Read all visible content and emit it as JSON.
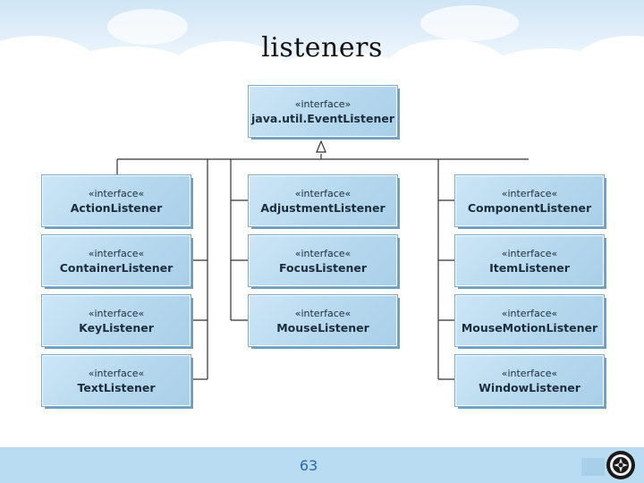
{
  "title": "listeners",
  "page_number": "63",
  "root": {
    "stereotype": "«interface»",
    "name": "java.util.EventListener"
  },
  "columns": [
    [
      {
        "stereotype": "«interface«",
        "name": "ActionListener"
      },
      {
        "stereotype": "«interface«",
        "name": "ContainerListener"
      },
      {
        "stereotype": "«interface«",
        "name": "KeyListener"
      },
      {
        "stereotype": "«interface«",
        "name": "TextListener"
      }
    ],
    [
      {
        "stereotype": "«interface«",
        "name": "AdjustmentListener"
      },
      {
        "stereotype": "«interface«",
        "name": "FocusListener"
      },
      {
        "stereotype": "«interface«",
        "name": "MouseListener"
      }
    ],
    [
      {
        "stereotype": "«interface«",
        "name": "ComponentListener"
      },
      {
        "stereotype": "«interface«",
        "name": "ItemListener"
      },
      {
        "stereotype": "«interface«",
        "name": "MouseMotionListener"
      },
      {
        "stereotype": "«interface«",
        "name": "WindowListener"
      }
    ]
  ]
}
